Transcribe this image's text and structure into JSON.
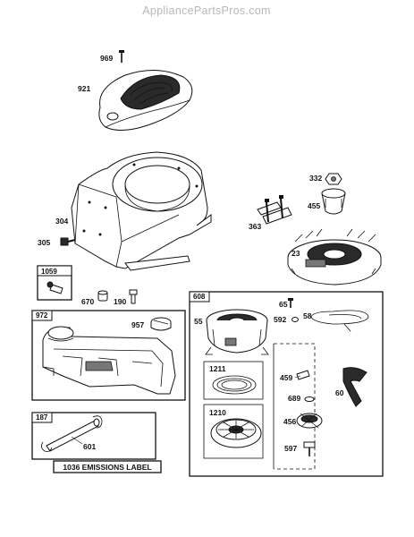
{
  "watermark": "AppliancePartsPros.com",
  "parts": {
    "p969": "969",
    "p921": "921",
    "p304": "304",
    "p305": "305",
    "p332": "332",
    "p455": "455",
    "p363": "363",
    "p23": "23",
    "p1059": "1059",
    "p670": "670",
    "p190": "190",
    "p972": "972",
    "p957": "957",
    "p187": "187",
    "p601": "601",
    "p608": "608",
    "p65": "65",
    "p55": "55",
    "p592": "592",
    "p58": "58",
    "p1211": "1211",
    "p1210": "1210",
    "p459": "459",
    "p689": "689",
    "p60": "60",
    "p456": "456",
    "p597": "597"
  },
  "emissions_label": "1036 EMISSIONS LABEL"
}
